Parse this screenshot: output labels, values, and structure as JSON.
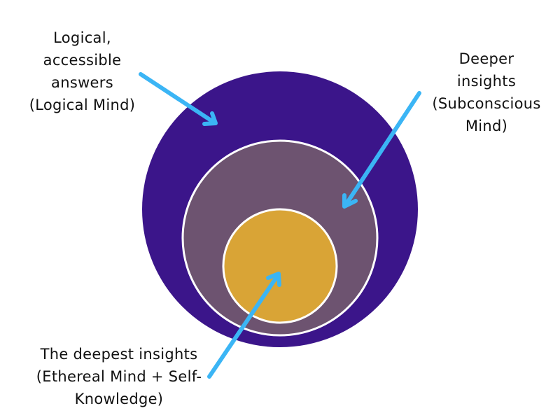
{
  "diagram": {
    "type": "nested-circles",
    "colors": {
      "outer_circle": "#3b158a",
      "middle_circle": "#6d5370",
      "inner_circle": "#d9a436",
      "ring_stroke": "#ffffff",
      "arrow": "#3bb5f5",
      "text": "#111111",
      "background": "#ffffff"
    },
    "layers": [
      {
        "id": "logical",
        "label_lines": [
          "Logical,",
          "accessible",
          "answers",
          "(Logical Mind)"
        ]
      },
      {
        "id": "subconscious",
        "label_lines": [
          "Deeper",
          "insights",
          "(Subconscious",
          "Mind)"
        ]
      },
      {
        "id": "ethereal",
        "label_lines": [
          "The deepest insights",
          "(Ethereal Mind + Self-",
          "Knowledge)"
        ]
      }
    ]
  }
}
